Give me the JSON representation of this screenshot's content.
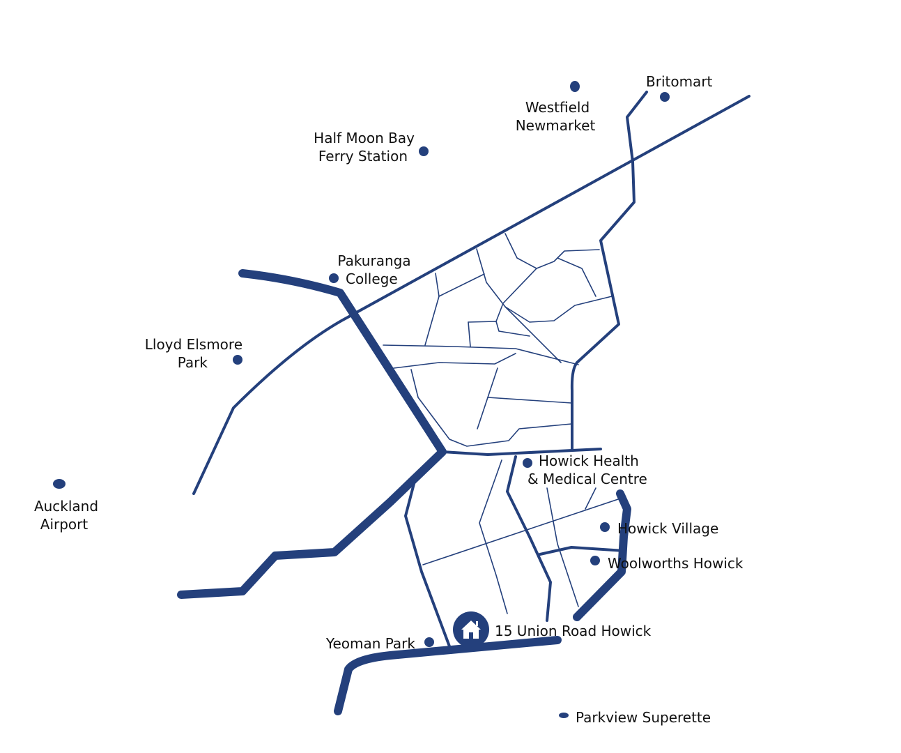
{
  "map": {
    "accent_color": "#24407c",
    "home": {
      "label": "15 Union Road Howick",
      "icon": "home-icon"
    },
    "places": [
      {
        "name": "britomart",
        "lines": [
          "Britomart"
        ]
      },
      {
        "name": "westfield-newmarket",
        "lines": [
          "Westfield",
          "Newmarket"
        ]
      },
      {
        "name": "half-moon-bay-ferry",
        "lines": [
          "Half Moon Bay",
          "Ferry Station"
        ]
      },
      {
        "name": "pakuranga-college",
        "lines": [
          "Pakuranga",
          "College"
        ]
      },
      {
        "name": "lloyd-elsmore-park",
        "lines": [
          "Lloyd Elsmore",
          "Park"
        ]
      },
      {
        "name": "auckland-airport",
        "lines": [
          "Auckland",
          "Airport"
        ]
      },
      {
        "name": "howick-health",
        "lines": [
          "Howick Health",
          "& Medical Centre"
        ]
      },
      {
        "name": "howick-village",
        "lines": [
          "Howick Village"
        ]
      },
      {
        "name": "woolworths-howick",
        "lines": [
          "Woolworths Howick"
        ]
      },
      {
        "name": "yeoman-park",
        "lines": [
          "Yeoman Park"
        ]
      },
      {
        "name": "parkview-superette",
        "lines": [
          "Parkview Superette"
        ]
      }
    ]
  }
}
